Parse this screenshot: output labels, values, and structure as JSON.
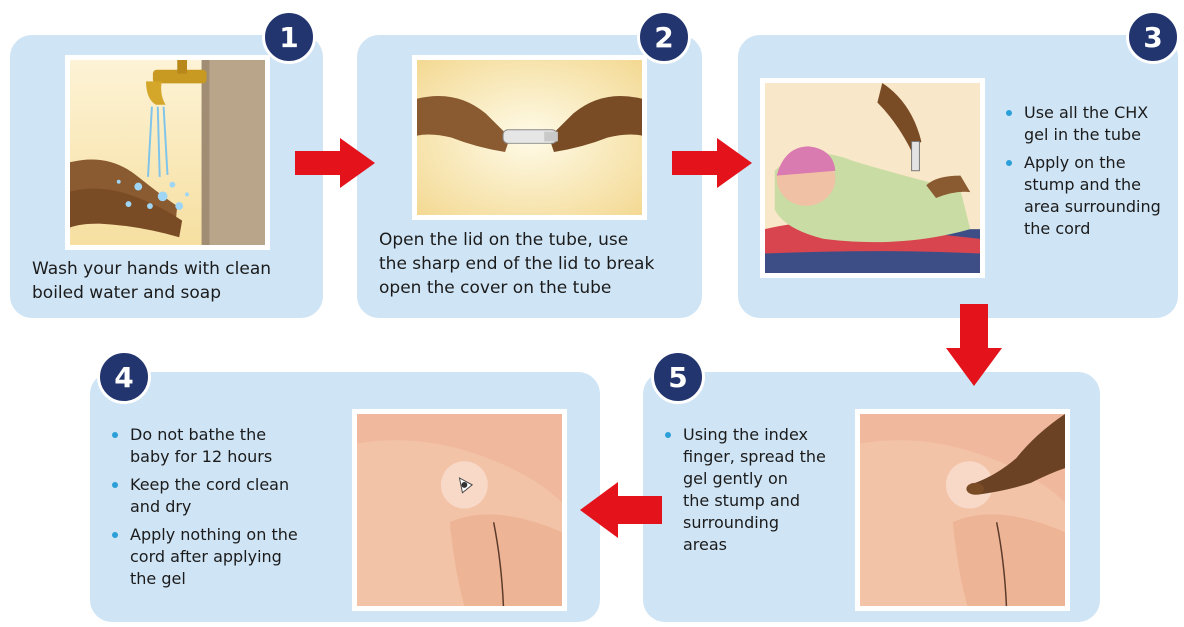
{
  "steps": [
    {
      "number": "1",
      "caption_lines": [
        "Wash your hands with clean",
        "boiled water and soap"
      ]
    },
    {
      "number": "2",
      "caption_lines": [
        "Open the lid on the tube, use",
        "the sharp end of the lid to break",
        "open the cover on the tube"
      ]
    },
    {
      "number": "3",
      "bullets": [
        [
          "Use all the CHX",
          "gel in the tube"
        ],
        [
          "Apply on the",
          "stump and the",
          "area surrounding",
          "the cord"
        ]
      ]
    },
    {
      "number": "4",
      "bullets": [
        [
          "Do not bathe the",
          "baby for 12 hours"
        ],
        [
          "Keep the cord clean",
          "and dry"
        ],
        [
          "Apply nothing on the",
          "cord after applying",
          "the gel"
        ]
      ]
    },
    {
      "number": "5",
      "bullets": [
        [
          "Using the index",
          "finger, spread the",
          "gel gently on",
          "the stump and",
          "surrounding",
          "areas"
        ]
      ]
    }
  ],
  "colors": {
    "card": "#cfe4f5",
    "badge": "#22356f",
    "arrow": "#e3121b",
    "bullet": "#2b9fd8"
  },
  "icons": [
    "hand-washing-illustration",
    "tube-opening-illustration",
    "baby-gel-application-illustration",
    "tied-cord-illustration",
    "finger-spreading-illustration",
    "arrow-right-icon",
    "arrow-down-icon",
    "arrow-left-icon"
  ]
}
